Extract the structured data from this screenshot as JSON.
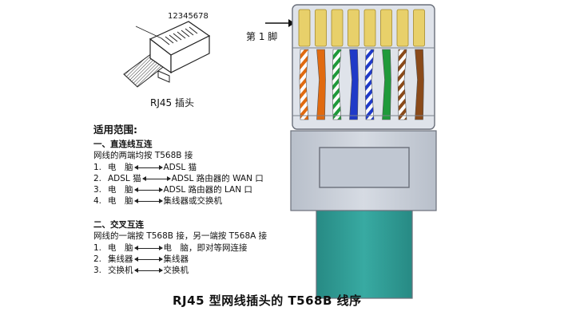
{
  "small_connector": {
    "pin_numbers": "12345678",
    "caption": "RJ45 插头"
  },
  "pin1_label": "第 1 脚",
  "scope": {
    "heading": "适用范围:",
    "straight": {
      "title": "一、直连线互连",
      "subtitle": "网线的两端均按 T568B 接",
      "rows": [
        {
          "n": "1.",
          "left": "电　脑",
          "right": "ADSL 猫"
        },
        {
          "n": "2.",
          "left": "ADSL 猫",
          "right": "ADSL 路由器的 WAN 口"
        },
        {
          "n": "3.",
          "left": "电　脑",
          "right": "ADSL 路由器的 LAN 口"
        },
        {
          "n": "4.",
          "left": "电　脑",
          "right": "集线器或交换机"
        }
      ]
    },
    "cross": {
      "title": "二、交叉互连",
      "subtitle": "网线的一端按 T568B 接，另一端按 T568A 接",
      "rows": [
        {
          "n": "1.",
          "left": "电　脑",
          "right": "电　脑，即对等网连接"
        },
        {
          "n": "2.",
          "left": "集线器",
          "right": "集线器"
        },
        {
          "n": "3.",
          "left": "交换机",
          "right": "交换机"
        }
      ]
    }
  },
  "footer_title": "RJ45 型网线插头的 T568B 线序",
  "colors": {
    "connector_body": "#c8ced8",
    "connector_outline": "#6a6f7a",
    "boot": "#2e9a93",
    "pin_gold": "#e8d06a",
    "wires": [
      {
        "base": "#ffffff",
        "stripe": "#e06a10"
      },
      {
        "base": "#e06a10",
        "stripe": "#e06a10"
      },
      {
        "base": "#ffffff",
        "stripe": "#1f9a3a"
      },
      {
        "base": "#1f3ac8",
        "stripe": "#1f3ac8"
      },
      {
        "base": "#ffffff",
        "stripe": "#1f3ac8"
      },
      {
        "base": "#1f9a3a",
        "stripe": "#1f9a3a"
      },
      {
        "base": "#ffffff",
        "stripe": "#8a4a1a"
      },
      {
        "base": "#8a4a1a",
        "stripe": "#8a4a1a"
      }
    ]
  }
}
